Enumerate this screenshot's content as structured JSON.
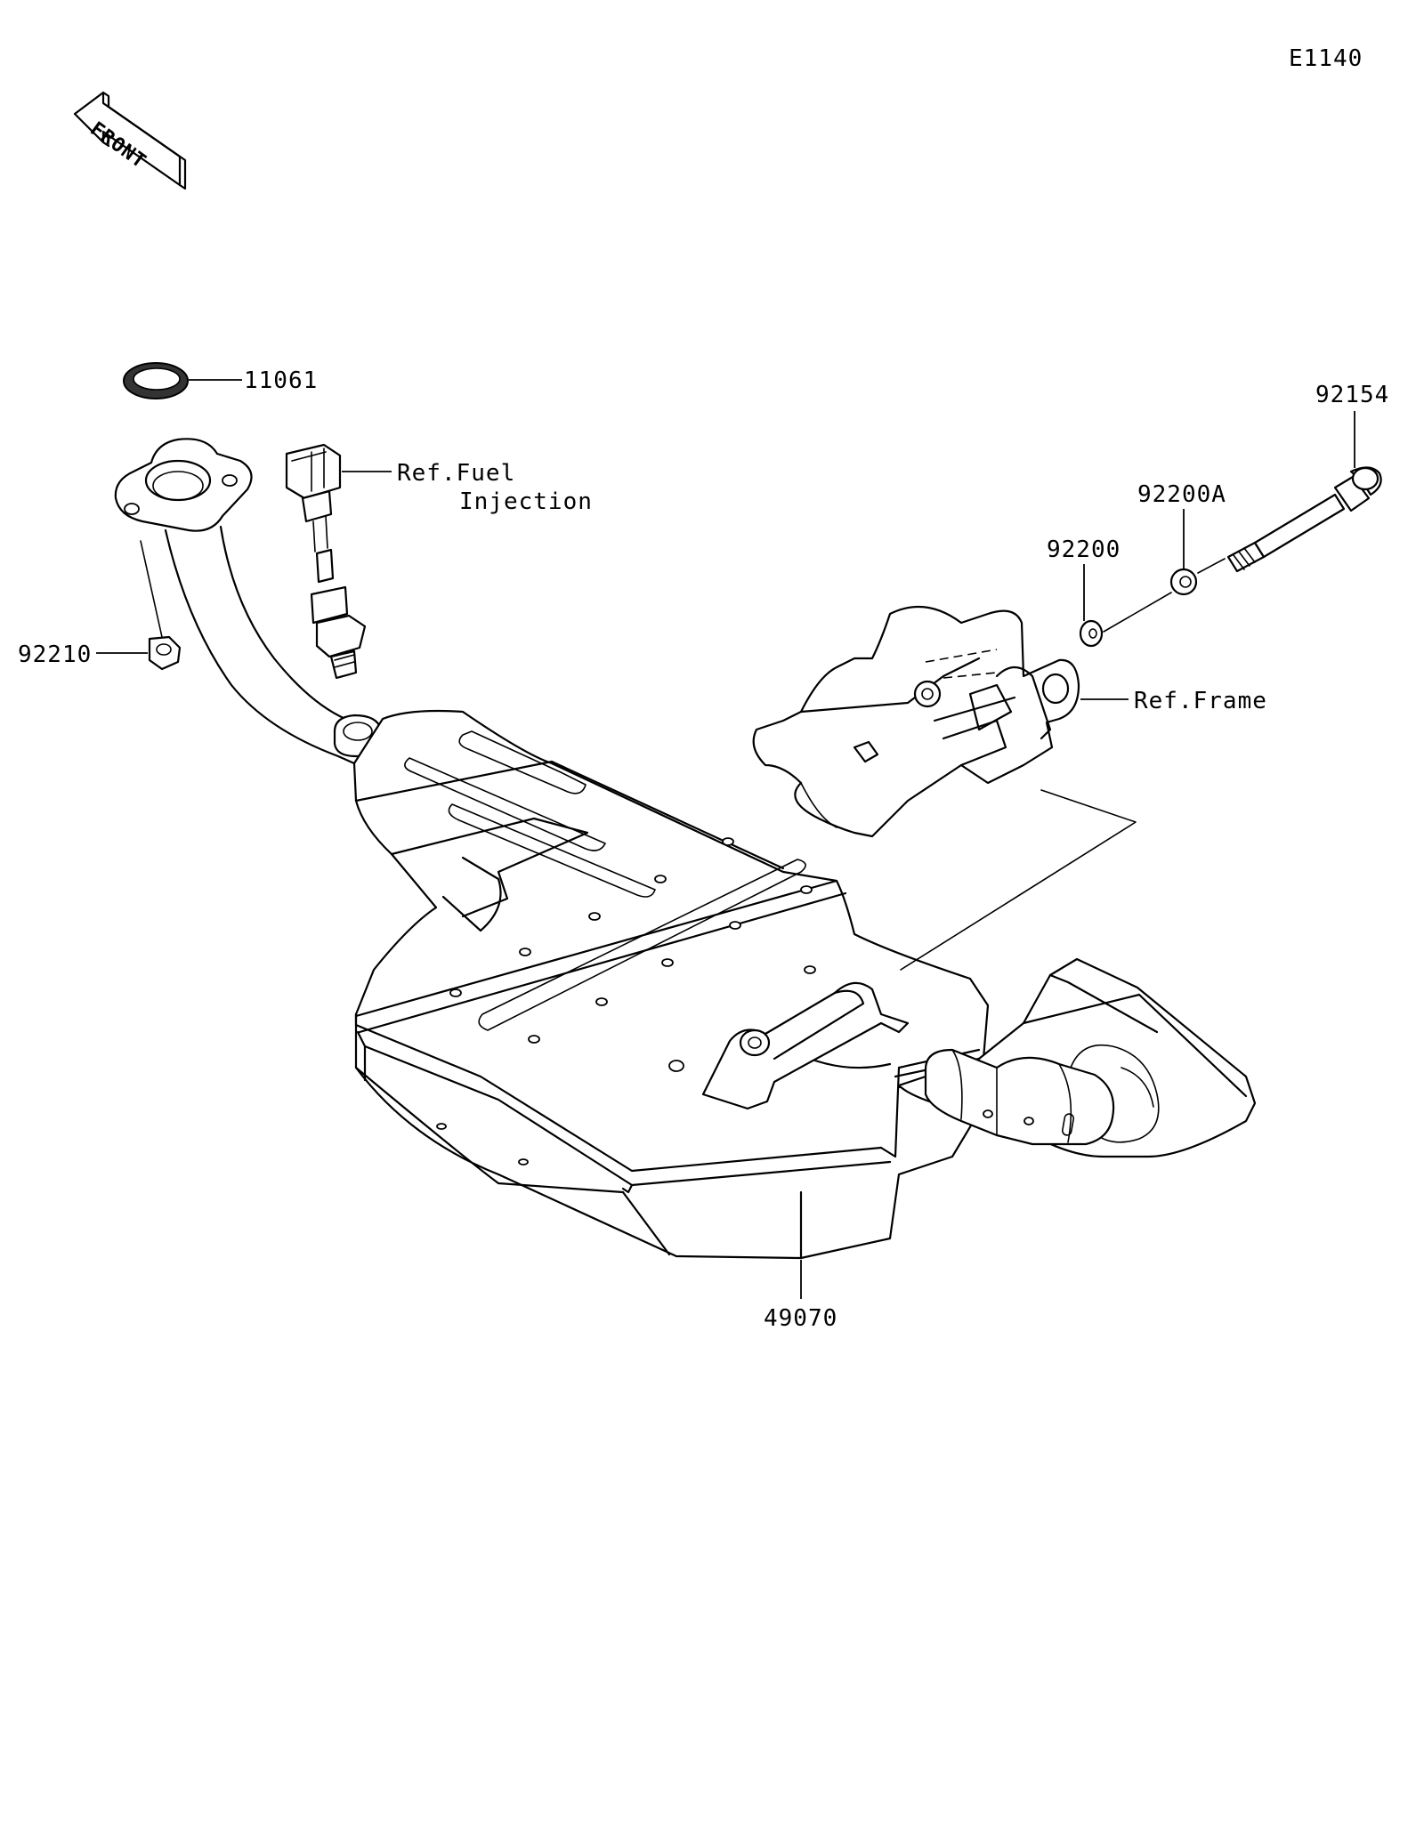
{
  "diagram": {
    "code": "E1140",
    "front_label": "FRONT",
    "parts": {
      "p11061": "11061",
      "p92210": "92210",
      "p92154": "92154",
      "p92200A": "92200A",
      "p92200": "92200",
      "p49070": "49070"
    },
    "refs": {
      "fuel_line1": "Ref.Fuel",
      "fuel_line2": "Injection",
      "frame": "Ref.Frame"
    }
  }
}
